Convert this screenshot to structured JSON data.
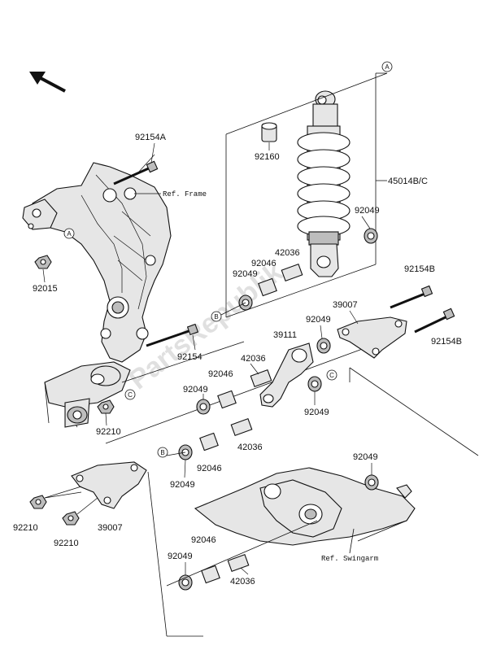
{
  "watermark": "PartsRepublik",
  "references": {
    "frame": "Ref. Frame",
    "swingarm": "Ref. Swingarm"
  },
  "markers": {
    "a_top": "A",
    "a_frame": "A",
    "b_shock": "B",
    "b_lower": "B",
    "c_frame": "C",
    "c_link": "C"
  },
  "labels": {
    "p92154A": "92154A",
    "p92160": "92160",
    "p45014": "45014B/C",
    "p92049_shock": "92049",
    "p42036_shock": "42036",
    "p92046_shock": "92046",
    "p92049_shockleft": "92049",
    "p92154B_top": "92154B",
    "p39007_top": "39007",
    "p92049_mid": "92049",
    "p92154B_right": "92154B",
    "p92015": "92015",
    "p92154": "92154",
    "p42036_mid": "42036",
    "p39111": "39111",
    "p92046_mid": "92046",
    "p92049_left": "92049",
    "p92049_c": "92049",
    "p92210_frame": "92210",
    "p42036_low": "42036",
    "p92046_low": "92046",
    "p92049_low": "92049",
    "p92049_swing": "92049",
    "p92210_a": "92210",
    "p92210_b": "92210",
    "p39007_low": "39007",
    "p92046_bottom": "92046",
    "p92049_bottom": "92049",
    "p42036_bottom": "42036"
  },
  "icons": {
    "direction": "front-direction-arrow-icon"
  }
}
